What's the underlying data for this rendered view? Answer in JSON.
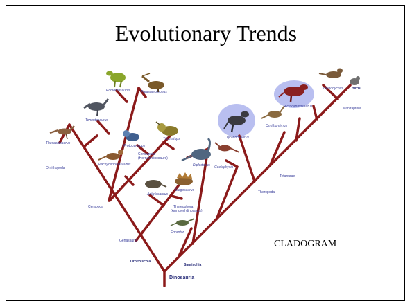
{
  "slide": {
    "title": "Evolutionary Trends",
    "caption": "CLADOGRAM"
  },
  "clades": {
    "root": "Dinosauria",
    "ornithischia": "Ornithischia",
    "saurischia": "Saurischia",
    "genasauria": "Genasauria",
    "cerapoda": "Cerapoda",
    "ornithopoda": "Ornithopoda",
    "ceratopsia": "Ceratopsia",
    "ceratopsia_sub": "(Horned dinosaurs)",
    "thyreophora": "Thyreophora",
    "thyreophora_sub": "(Armored dinosaurs)",
    "theropoda": "Theropoda",
    "tetanurae": "Tetanurae",
    "maniraptora": "Maniraptora"
  },
  "taxa": {
    "edmontosaurus": "Edmontosaurus",
    "parasaurolophus": "Parasaurolophus",
    "tenontosaurus": "Tenontosaurus",
    "thescelosaurus": "Thescelosaurus",
    "protoceratops": "Protoceratops",
    "triceratops": "Triceratops",
    "pachycephalosaurus": "Pachycephalosaurus",
    "ankylosaurus": "Ankylosaurus",
    "stegosaurus": "Stegosaurus",
    "eoraptor": "Eoraptor",
    "diplodocus": "Diplodocus",
    "coelophysis": "Coelophysis",
    "tyrannosaurus": "Tyrannosaurus",
    "ornithomimus": "Ornithomimus",
    "acrocanthosaurus": "Acrocanthosaurus",
    "deinonychus": "Deinonychus",
    "birds": "Birds"
  },
  "colors": {
    "branch": "#8b1a1a",
    "label": "#3a3f9b",
    "highlight": "#b9bff0"
  }
}
